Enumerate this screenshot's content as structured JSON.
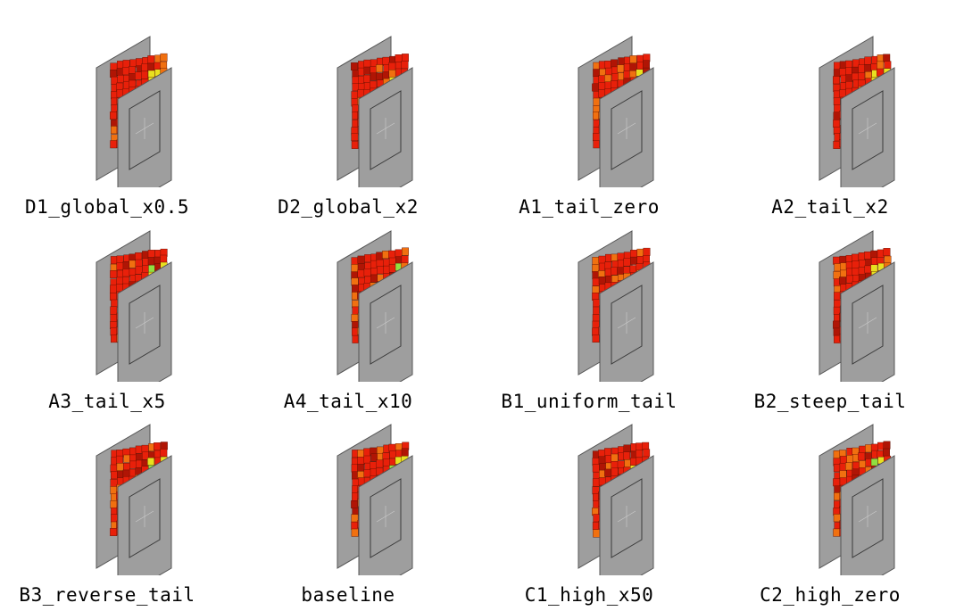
{
  "panels": [
    {
      "label": "D1_global_x0.5"
    },
    {
      "label": "D2_global_x2"
    },
    {
      "label": "A1_tail_zero"
    },
    {
      "label": "A2_tail_x2"
    },
    {
      "label": "A3_tail_x5"
    },
    {
      "label": "A4_tail_x10"
    },
    {
      "label": "B1_uniform_tail"
    },
    {
      "label": "B2_steep_tail"
    },
    {
      "label": "B3_reverse_tail"
    },
    {
      "label": "baseline"
    },
    {
      "label": "C1_high_x50"
    },
    {
      "label": "C2_high_zero"
    }
  ],
  "colors": {
    "plate": "#9e9e9e",
    "plate_edge": "#555555",
    "mesh_main": "#e8200a",
    "mesh_dark": "#b01505",
    "mesh_orange": "#f07010",
    "mesh_yellow": "#e8e020",
    "mesh_green": "#90e040",
    "mesh_blue": "#2050e0",
    "mesh_line": "#5a1000"
  }
}
